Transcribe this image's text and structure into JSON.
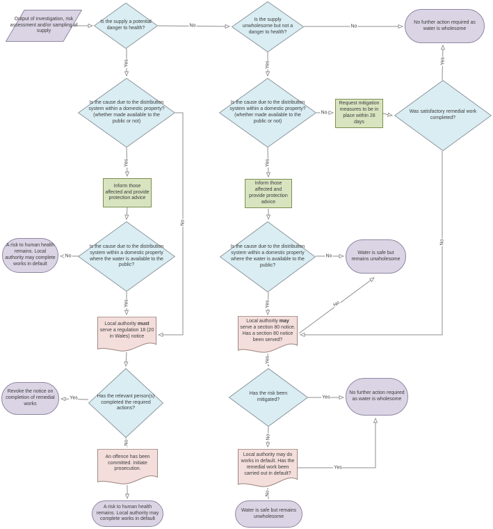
{
  "diagram_title": "Water supply investigation and regulation decision flowchart",
  "colors": {
    "decision_fill": "#D9EDF3",
    "terminator_fill": "#DAD4E4",
    "process_fill": "#D8E4C0",
    "document_fill": "#F3DEDB",
    "line": "#8C8C8C"
  },
  "edge_labels": {
    "yes": "Yes",
    "no": "No"
  },
  "nodes": {
    "output": {
      "text": "Output of investigation, risk assessment and/or sampling of supply"
    },
    "supply_danger": {
      "text": "Is the supply a potential danger to health?"
    },
    "supply_unwholesome": {
      "text": "Is the supply unwholesome but not a danger to health?"
    },
    "no_action_top": {
      "text": "No further action required as water is wholesome"
    },
    "cause_domestic_left": {
      "text": "Is the cause due to the distribution system within a domestic property? (whether made available to the public or not)"
    },
    "cause_domestic_mid": {
      "text": "Is the cause due to the distribution system within a domestic property? (whether made available to the public or not)"
    },
    "request_mitigation": {
      "text": "Request mitigation measures to be in place within 28 days"
    },
    "remedial_completed": {
      "text": "Was satisfactory remedial work completed?"
    },
    "inform_left": {
      "text": "Inform those affected and provide protection advice"
    },
    "inform_mid": {
      "text": "Inform those affected and provide protection advice"
    },
    "risk_remains_left": {
      "text": "A risk to human health remains. Local authority may complete works in default"
    },
    "cause_public_left": {
      "text": "Is the cause due to the distribution system within a domestic property where the water is available to the public?"
    },
    "cause_public_mid": {
      "text": "Is the cause due to the distribution system within a domestic property where the water is available to the public?"
    },
    "water_safe_mid": {
      "text": "Water is safe but remains unwholesome"
    },
    "reg18": {
      "parts": [
        {
          "t": "Local authority "
        },
        {
          "t": "must",
          "b": true
        },
        {
          "t": " serve a regulation 18 (20 in Wales) notice"
        }
      ]
    },
    "section80": {
      "parts": [
        {
          "t": "Local authority "
        },
        {
          "t": "may",
          "b": true
        },
        {
          "t": " serve a section 80 notice. Has a section 80 notice been served?"
        }
      ]
    },
    "relevant_person": {
      "text": "Has the relevant person(s) completed the required actions?"
    },
    "revoke_notice": {
      "text": "Revoke the notice on completion of remedial works"
    },
    "risk_mitigated": {
      "text": "Has the risk been mitigated?"
    },
    "no_action_right": {
      "text": "No further action required as water is wholesome"
    },
    "offence": {
      "text": "An offence has been committed. Initiate prosecution."
    },
    "risk_remains_bottom": {
      "text": "A risk to human health remains. Local authority may complete works in default"
    },
    "works_default": {
      "text": "Local authority may do works in default. Has the remedial work been carried out in default?"
    },
    "water_safe_bottom": {
      "text": "Water is safe but remains unwholesome"
    }
  }
}
